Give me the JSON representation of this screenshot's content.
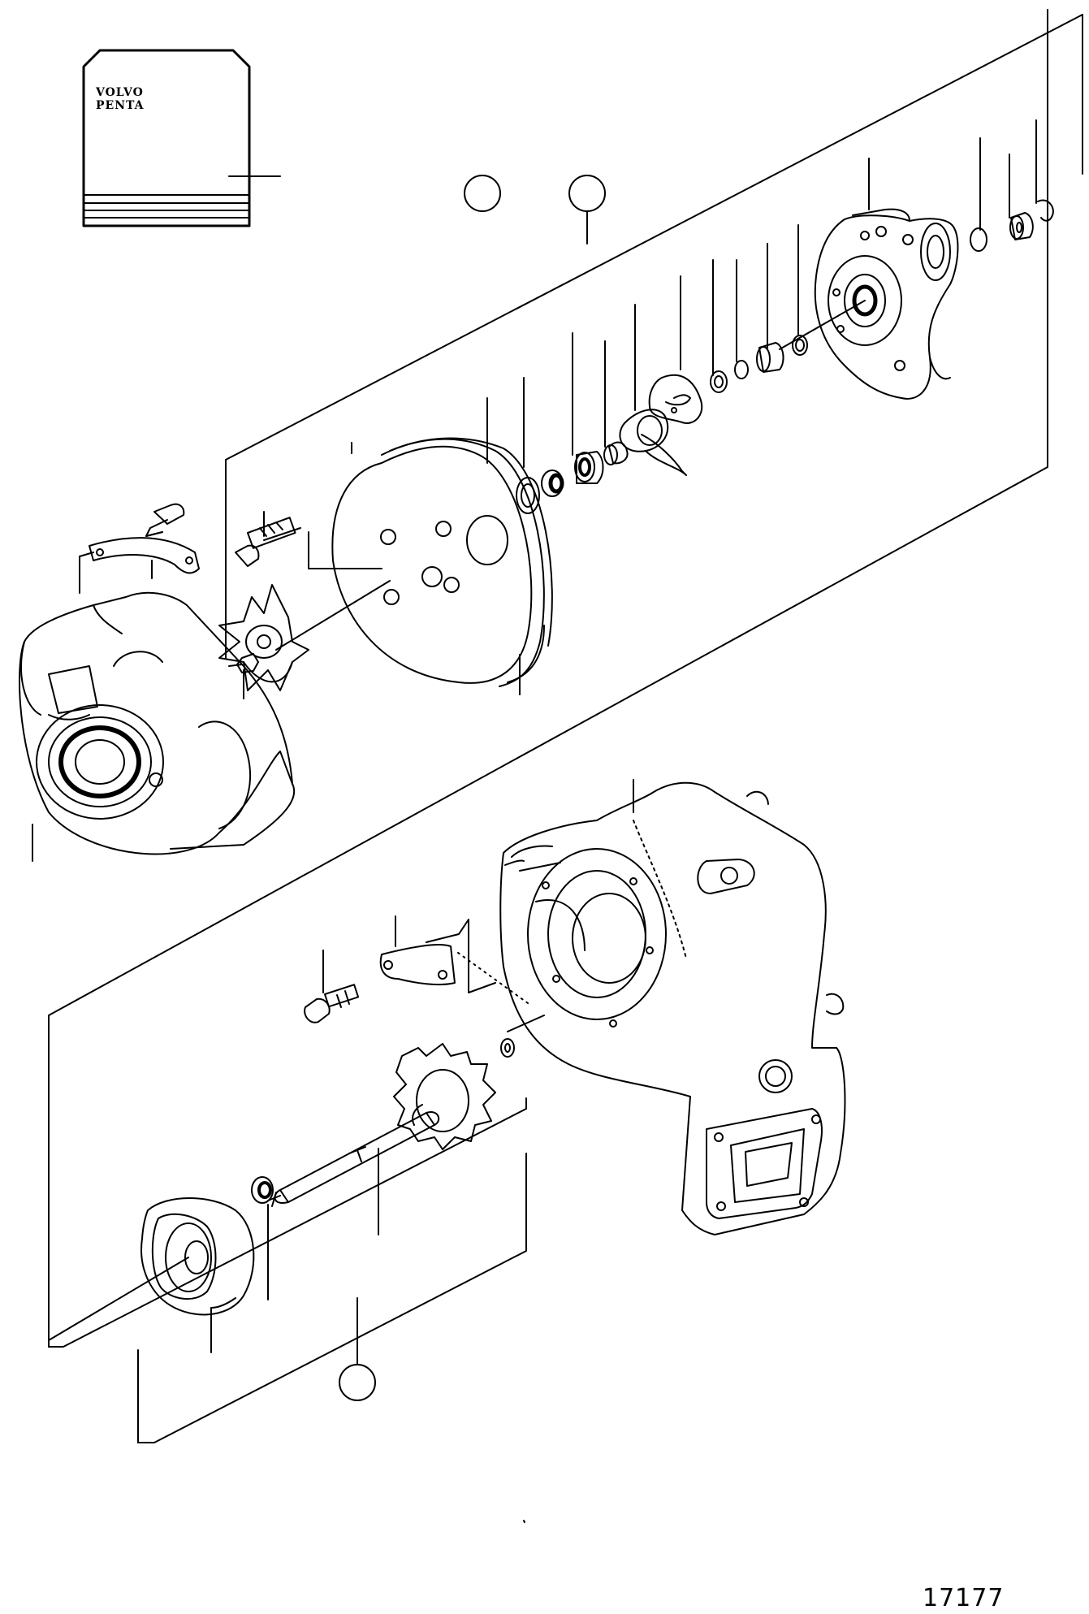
{
  "diagram": {
    "brand_line_1": "VOLVO",
    "brand_line_2": "PENTA",
    "drawing_number": "17177"
  },
  "colors": {
    "ink": "#000000",
    "paper": "#ffffff"
  },
  "icons": {
    "manual": "manual-book-icon",
    "callout": "reference-circle-icon"
  }
}
